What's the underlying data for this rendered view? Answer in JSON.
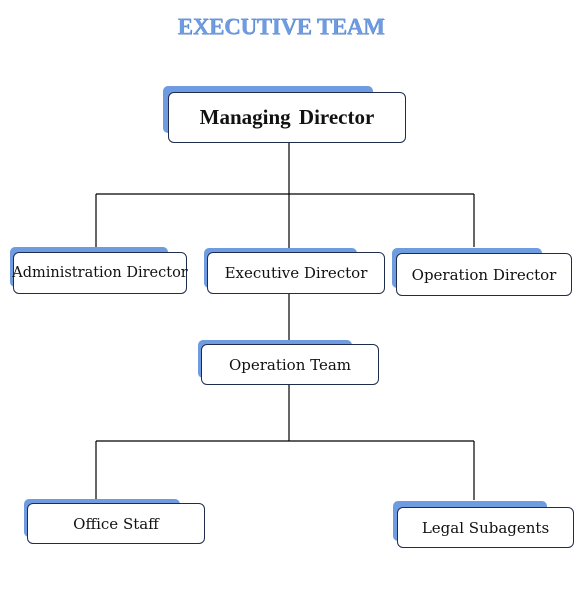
{
  "title": "EXECUTIVE TEAM",
  "colors": {
    "title": "#6f9be0",
    "shadow": "#6f9be0",
    "border": "#1f2d4d",
    "connector": "#000000"
  },
  "nodes": {
    "managing_director": "Managing  Director",
    "administration_director": "Administration Director",
    "executive_director": "Executive Director",
    "operation_director": "Operation Director",
    "operation_team": "Operation Team",
    "office_staff": "Office Staff",
    "legal_subagents": "Legal Subagents"
  }
}
